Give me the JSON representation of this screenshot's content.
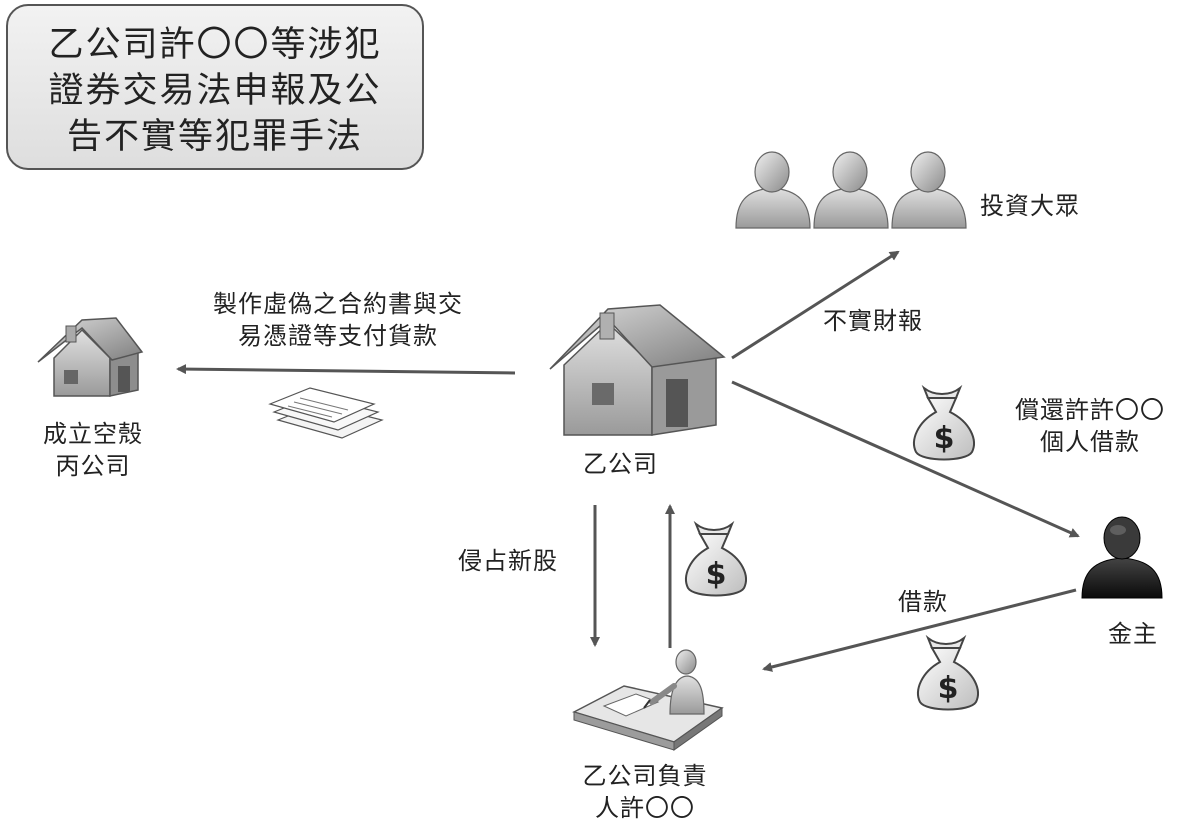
{
  "title": {
    "lines": [
      "乙公司許〇〇等涉犯",
      "證券交易法申報及公",
      "告不實等犯罪手法"
    ]
  },
  "nodes": {
    "company_b": "乙公司",
    "shell_line1": "成立空殼",
    "shell_line2": "丙公司",
    "investors": "投資大眾",
    "lender": "金主",
    "owner_line1": "乙公司負責",
    "owner_line2": "人許〇〇"
  },
  "edges": {
    "fake_contract_line1": "製作虛偽之合約書與交",
    "fake_contract_line2": "易憑證等支付貨款",
    "false_report": "不實財報",
    "repay_line1": "償還許許〇〇",
    "repay_line2": "個人借款",
    "embezzle": "侵占新股",
    "loan": "借款"
  },
  "icons": {
    "house": "house-icon",
    "person": "person-icon",
    "money_bag": "money-bag-icon",
    "documents": "documents-icon",
    "desk_person": "person-at-desk-icon",
    "dollar_symbol": "$"
  },
  "colors": {
    "arrow": "#555555",
    "box_border": "#555555",
    "lender": "#1a1a1a"
  }
}
